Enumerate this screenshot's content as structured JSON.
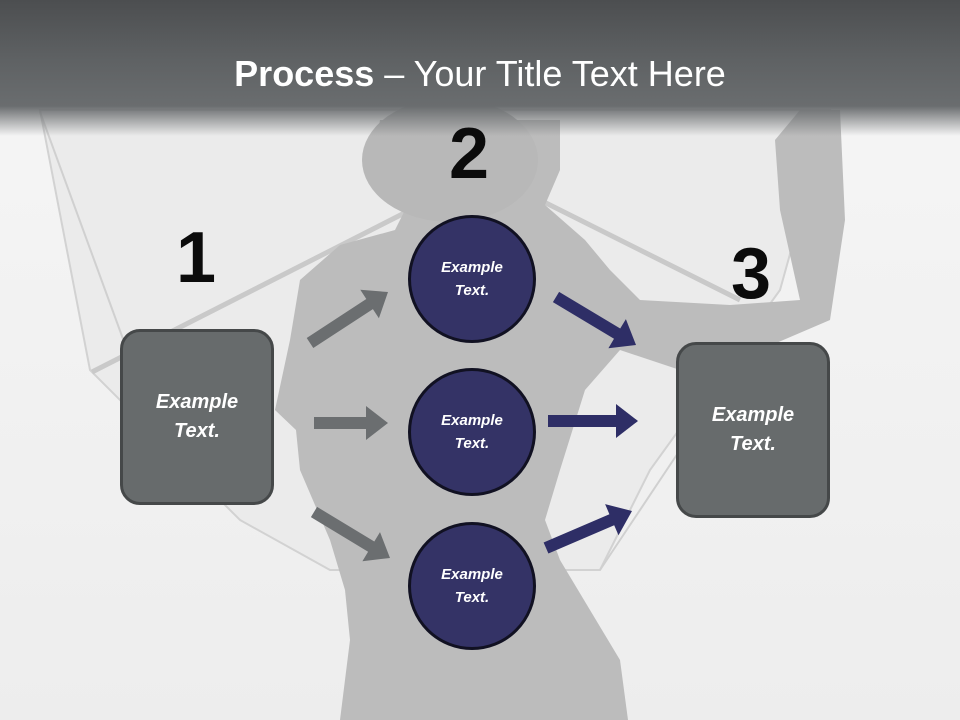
{
  "title": {
    "bold": "Process",
    "rest": " – Your Title Text Here"
  },
  "steps": [
    {
      "number": "1",
      "label": "Example\nText."
    },
    {
      "number": "2",
      "label": "Example\nText."
    },
    {
      "number": "3",
      "label": "Example\nText."
    }
  ],
  "circles": [
    {
      "label": "Example\nText."
    },
    {
      "label": "Example\nText."
    },
    {
      "label": "Example\nText."
    }
  ],
  "colors": {
    "box_fill": "#676b6c",
    "circle_fill": "#343366",
    "arrow_gray": "#6b6e70",
    "arrow_navy": "#2e2e66"
  }
}
